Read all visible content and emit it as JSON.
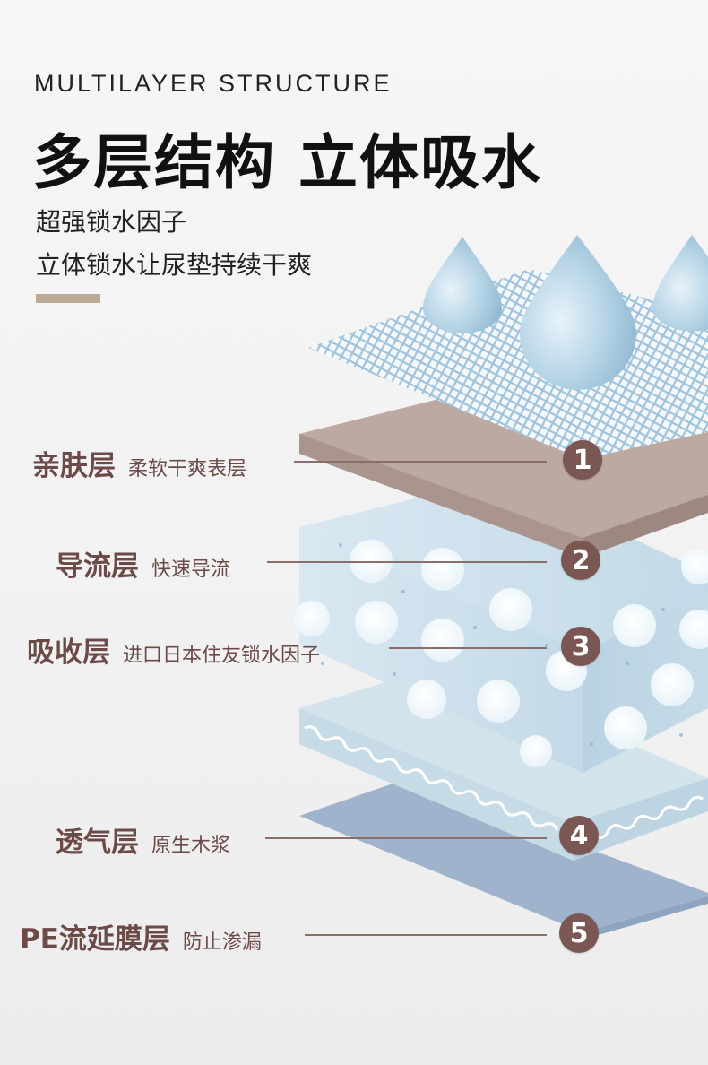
{
  "header": {
    "eyebrow": "MULTILAYER STRUCTURE",
    "headline": "多层结构  立体吸水",
    "subtitle_line1": "超强锁水因子",
    "subtitle_line2": "立体锁水让尿垫持续干爽"
  },
  "layers": [
    {
      "number": "1",
      "name": "亲肤层",
      "desc": "柔软干爽表层"
    },
    {
      "number": "2",
      "name": "导流层",
      "desc": "快速导流"
    },
    {
      "number": "3",
      "name": "吸收层",
      "desc": "进口日本住友锁水因子"
    },
    {
      "number": "4",
      "name": "透气层",
      "desc": "原生木浆"
    },
    {
      "number": "5",
      "name": "PE流延膜层",
      "desc": "防止渗漏"
    }
  ],
  "colors": {
    "accent_bar": "#bcaa95",
    "label_text": "#6b4a47",
    "badge_fill": "#7a5753",
    "skin_layer": "#bba9a2",
    "absorb_layer": "#c9dde9",
    "breath_layer": "#cfe0ea",
    "pe_layer": "#9db1cb",
    "droplet": "#a9cbe0"
  }
}
